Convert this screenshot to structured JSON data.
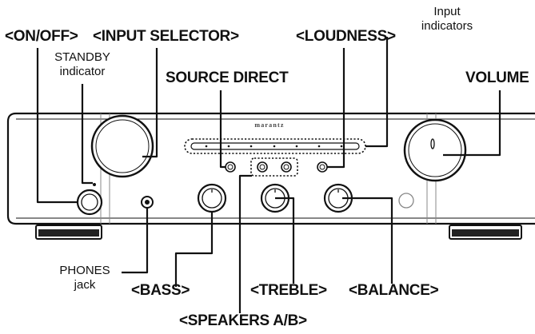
{
  "brand": "marantz",
  "labels": {
    "on_off": "<ON/OFF>",
    "input_selector": "<INPUT SELECTOR>",
    "standby_indicator": [
      "STANDBY",
      "indicator"
    ],
    "source_direct": "SOURCE DIRECT",
    "loudness": "<LOUDNESS>",
    "input_indicators": [
      "Input",
      "indicators"
    ],
    "volume": "VOLUME",
    "phones_jack": [
      "PHONES",
      "jack"
    ],
    "bass": "<BASS>",
    "treble": "<TREBLE>",
    "balance": "<BALANCE>",
    "speakers_ab": "<SPEAKERS A/B>"
  }
}
